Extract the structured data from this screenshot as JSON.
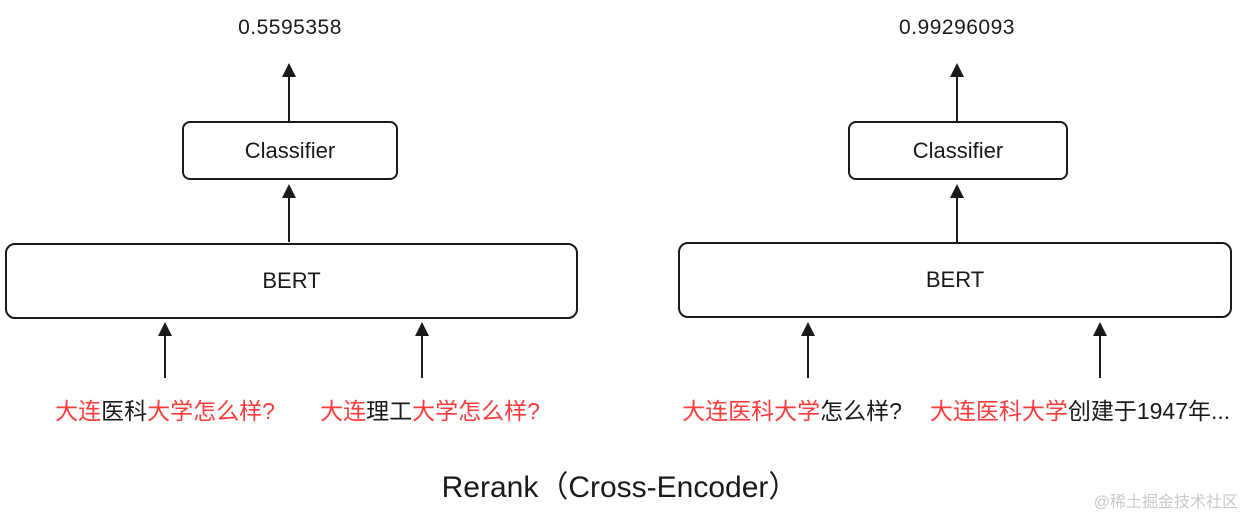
{
  "title": "Rerank（Cross-Encoder）",
  "watermark": "@稀土掘金技术社区",
  "colors": {
    "accent_red": "#fa3c3c",
    "ink": "#1a1a1a",
    "watermark_gray": "#c9c9c9"
  },
  "panels": [
    {
      "score": "0.5595358",
      "classifier_label": "Classifier",
      "bert_label": "BERT",
      "inputs": [
        {
          "segments": [
            {
              "text": "大连",
              "color": "red"
            },
            {
              "text": "医科",
              "color": "black"
            },
            {
              "text": "大学怎么样?",
              "color": "red"
            }
          ]
        },
        {
          "segments": [
            {
              "text": "大连",
              "color": "red"
            },
            {
              "text": "理工",
              "color": "black"
            },
            {
              "text": "大学怎么样?",
              "color": "red"
            }
          ]
        }
      ]
    },
    {
      "score": "0.99296093",
      "classifier_label": "Classifier",
      "bert_label": "BERT",
      "inputs": [
        {
          "segments": [
            {
              "text": "大连医科大学",
              "color": "red"
            },
            {
              "text": "怎么样?",
              "color": "black"
            }
          ]
        },
        {
          "segments": [
            {
              "text": "大连医科大学",
              "color": "red"
            },
            {
              "text": "创建于1947年...",
              "color": "black"
            }
          ]
        }
      ]
    }
  ]
}
